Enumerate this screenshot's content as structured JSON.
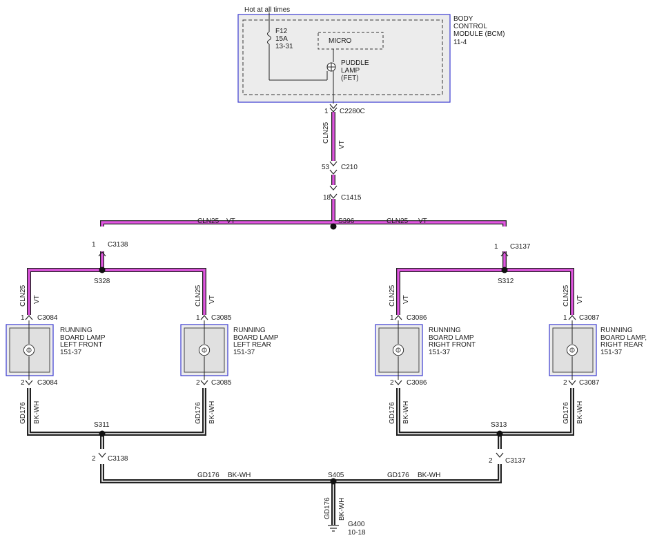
{
  "bcm": {
    "supply": "Hot at all times",
    "fuse": [
      "F12",
      "15A",
      "13-31"
    ],
    "micro": "MICRO",
    "fet": [
      "PUDDLE",
      "LAMP",
      "(FET)"
    ],
    "name": [
      "BODY",
      "CONTROL",
      "MODULE (BCM)",
      "11-4"
    ],
    "connector": {
      "pin": "1",
      "name": "C2280C"
    }
  },
  "trunk": {
    "wire": [
      "CLN25",
      "VT"
    ],
    "c210": {
      "pin": "53",
      "name": "C210"
    },
    "c1415": {
      "pin": "18",
      "name": "C1415"
    },
    "splice": "S396",
    "left_wire": [
      "CLN25",
      "VT"
    ],
    "right_wire": [
      "CLN25",
      "VT"
    ]
  },
  "branches": {
    "left": {
      "connector": {
        "pin": "1",
        "name": "C3138"
      },
      "splice": "S328"
    },
    "right": {
      "connector": {
        "pin": "1",
        "name": "C3137"
      },
      "splice": "S312"
    }
  },
  "lamps": [
    {
      "vt_wire": [
        "CLN25",
        "VT"
      ],
      "c1": {
        "pin": "1",
        "name": "C3084"
      },
      "name": [
        "RUNNING",
        "BOARD LAMP",
        "LEFT FRONT",
        "151-37"
      ],
      "c2": {
        "pin": "2",
        "name": "C3084"
      },
      "gd_wire": [
        "GD176",
        "BK-WH"
      ]
    },
    {
      "vt_wire": [
        "CLN25",
        "VT"
      ],
      "c1": {
        "pin": "1",
        "name": "C3085"
      },
      "name": [
        "RUNNING",
        "BOARD LAMP",
        "LEFT REAR",
        "151-37"
      ],
      "c2": {
        "pin": "2",
        "name": "C3085"
      },
      "gd_wire": [
        "GD176",
        "BK-WH"
      ]
    },
    {
      "vt_wire": [
        "CLN25",
        "VT"
      ],
      "c1": {
        "pin": "1",
        "name": "C3086"
      },
      "name": [
        "RUNNING",
        "BOARD LAMP",
        "RIGHT FRONT",
        "151-37"
      ],
      "c2": {
        "pin": "2",
        "name": "C3086"
      },
      "gd_wire": [
        "GD176",
        "BK-WH"
      ]
    },
    {
      "vt_wire": [
        "CLN25",
        "VT"
      ],
      "c1": {
        "pin": "1",
        "name": "C3087"
      },
      "name": [
        "RUNNING",
        "BOARD LAMP,",
        "RIGHT REAR",
        "151-37"
      ],
      "c2": {
        "pin": "2",
        "name": "C3087"
      },
      "gd_wire": [
        "GD176",
        "BK-WH"
      ]
    }
  ],
  "ground": {
    "left_splice": "S311",
    "right_splice": "S313",
    "left_connector": {
      "pin": "2",
      "name": "C3138"
    },
    "right_connector": {
      "pin": "2",
      "name": "C3137"
    },
    "left_wire": [
      "GD176",
      "BK-WH"
    ],
    "right_wire": [
      "GD176",
      "BK-WH"
    ],
    "splice": "S405",
    "drop_wire": [
      "GD176",
      "BK-WH"
    ],
    "point": [
      "G400",
      "10-18"
    ]
  },
  "colors": {
    "vt": "#e055e0",
    "wire_outline": "#222222",
    "module_fill": "#ececec",
    "module_border": "#3a3ad0"
  }
}
